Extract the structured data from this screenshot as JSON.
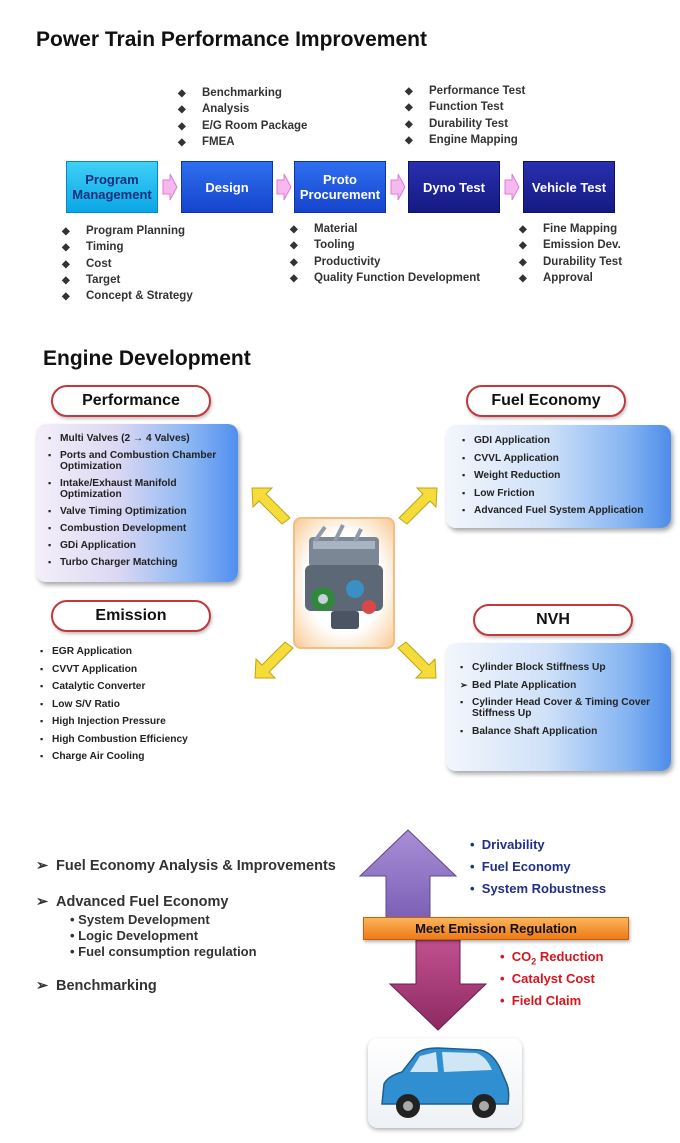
{
  "title1": "Power Train Performance Improvement",
  "flow": {
    "steps": [
      {
        "label_line1": "Program",
        "label_line2": "Management"
      },
      {
        "label_line1": "Design",
        "label_line2": ""
      },
      {
        "label_line1": "Proto",
        "label_line2": "Procurement"
      },
      {
        "label_line1": "Dyno Test",
        "label_line2": ""
      },
      {
        "label_line1": "Vehicle Test",
        "label_line2": ""
      }
    ],
    "design_top": [
      "Benchmarking",
      "Analysis",
      "E/G Room Package",
      "FMEA"
    ],
    "dyno_top": [
      "Performance Test",
      "Function Test",
      "Durability Test",
      "Engine Mapping"
    ],
    "program_bottom": [
      "Program Planning",
      "Timing",
      "Cost",
      "Target",
      "Concept & Strategy"
    ],
    "proto_bottom": [
      "Material",
      "Tooling",
      "Productivity",
      "Quality Function Development"
    ],
    "vehicle_bottom": [
      "Fine Mapping",
      "Emission Dev.",
      "Durability Test",
      "Approval"
    ]
  },
  "title2": "Engine Development",
  "engine": {
    "performance": {
      "title": "Performance",
      "items": [
        "Multi Valves (2 → 4 Valves)",
        "Ports and Combustion Chamber Optimization",
        "Intake/Exhaust Manifold Optimization",
        "Valve Timing Optimization",
        "Combustion Development",
        "GDi  Application",
        "Turbo Charger Matching"
      ]
    },
    "fuel_economy": {
      "title": "Fuel Economy",
      "items": [
        "GDI Application",
        "CVVL Application",
        "Weight Reduction",
        "Low Friction",
        "Advanced Fuel System Application"
      ]
    },
    "emission": {
      "title": "Emission",
      "items": [
        "EGR Application",
        "CVVT Application",
        "Catalytic Converter",
        "Low S/V Ratio",
        "High Injection Pressure",
        "High Combustion Efficiency",
        "Charge Air Cooling"
      ]
    },
    "nvh": {
      "title": "NVH",
      "items": [
        "Cylinder Block Stiffness Up",
        "Bed Plate Application",
        "Cylinder Head Cover & Timing Cover Stiffness Up",
        "Balance Shaft Application"
      ]
    }
  },
  "bottom": {
    "left_items": [
      {
        "title": "Fuel Economy Analysis & Improvements",
        "sub": []
      },
      {
        "title": "Advanced Fuel Economy",
        "sub": [
          "System Development",
          "Logic Development",
          "Fuel consumption regulation"
        ]
      },
      {
        "title": "Benchmarking",
        "sub": []
      }
    ],
    "up_items": [
      "Drivability",
      "Fuel Economy",
      "System Robustness"
    ],
    "banner": "Meet Emission Regulation",
    "down_items": {
      "co2_prefix": "CO",
      "co2_sub": "2",
      "co2_suffix": " Reduction",
      "rest": [
        "Catalyst Cost",
        "Field Claim"
      ]
    }
  },
  "colors": {
    "up_arrow": "#8b6fc0",
    "down_arrow": "#a63d7a",
    "banner": "#f08a24",
    "up_text": "#1f2f8a",
    "down_text": "#d9141c"
  }
}
